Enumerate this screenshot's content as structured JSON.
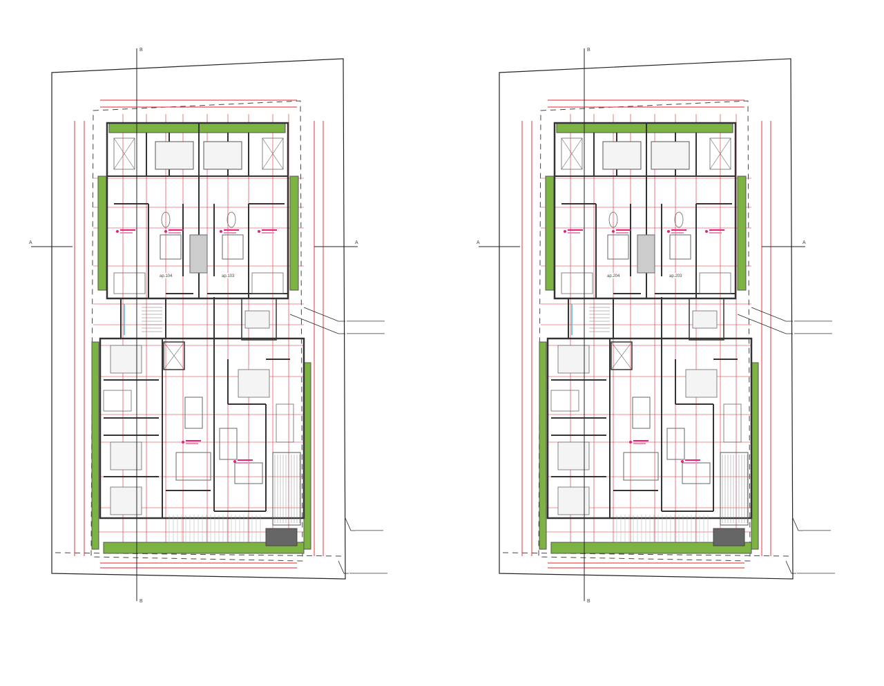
{
  "plans": [
    {
      "units": [
        {
          "label": "ap.104"
        },
        {
          "label": "ap.103"
        }
      ]
    },
    {
      "units": [
        {
          "label": "ap.204"
        },
        {
          "label": "ap.203"
        }
      ]
    }
  ],
  "section_marks": {
    "vertical": "B",
    "horizontal": "A"
  },
  "colors": {
    "wall": "#333333",
    "dimension": "#e8202a",
    "planter": "#7cb342",
    "glazing": "#9fd3f0",
    "boundary": "#222222",
    "stair": "#3fb8e8"
  }
}
